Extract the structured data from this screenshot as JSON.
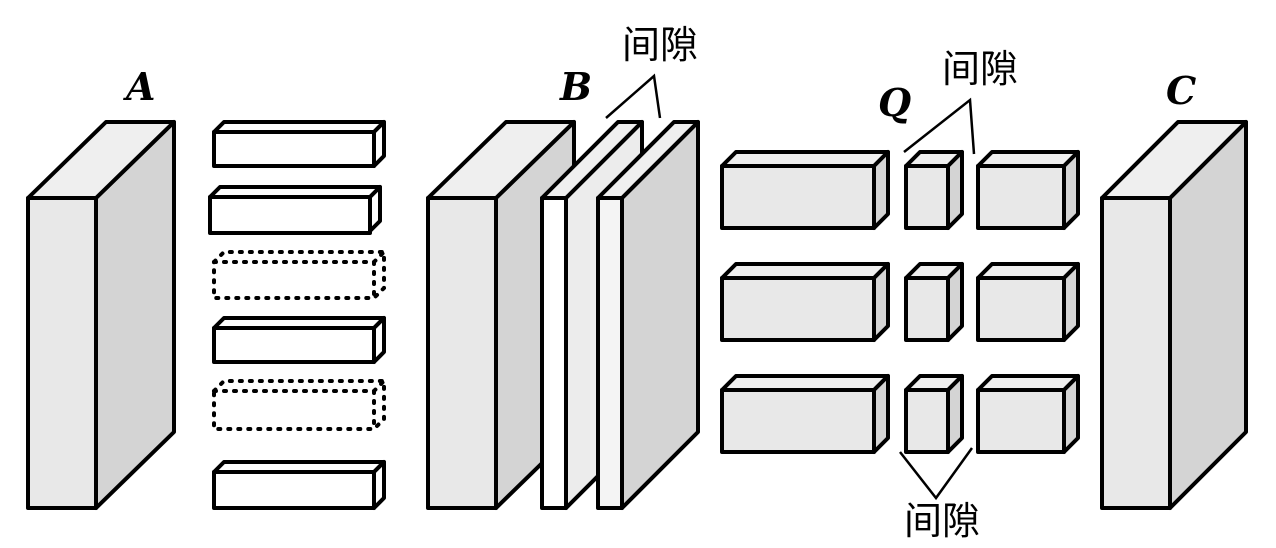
{
  "labels": {
    "A": "A",
    "B": "B",
    "Q": "Q",
    "C": "C"
  },
  "gap_label": "间隙",
  "colors": {
    "face_front_light": "#e8e8e8",
    "face_side": "#d4d4d4",
    "face_top": "#efefef",
    "face_white": "#ffffff",
    "stroke": "#000000"
  }
}
